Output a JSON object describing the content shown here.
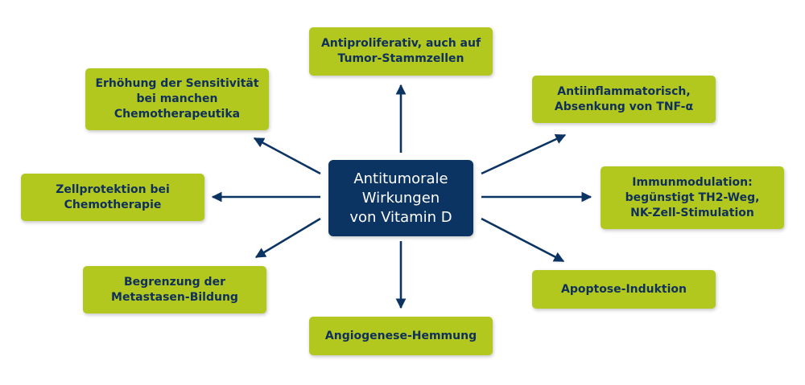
{
  "center": {
    "label": "Antitumorale\nWirkungen\nvon Vitamin D"
  },
  "effects": {
    "top": "Antiproliferativ, auch auf\nTumor-Stammzellen",
    "top_left": "Erhöhung der Sensitivität\nbei manchen\nChemotherapeutika",
    "top_right": "Antiinflammatorisch,\nAbsenkung von TNF-α",
    "left": "Zellprotektion bei\nChemotherapie",
    "right": "Immunmodulation:\nbegünstigt TH2-Weg,\nNK-Zell-Stimulation",
    "bottom_left": "Begrenzung der\nMetastasen-Bildung",
    "bottom_right": "Apoptose-Induktion",
    "bottom": "Angiogenese-Hemmung"
  },
  "colors": {
    "center_bg": "#0c3463",
    "box_bg": "#b2c81e",
    "box_text": "#0f2f5c",
    "arrow": "#0c3463"
  }
}
